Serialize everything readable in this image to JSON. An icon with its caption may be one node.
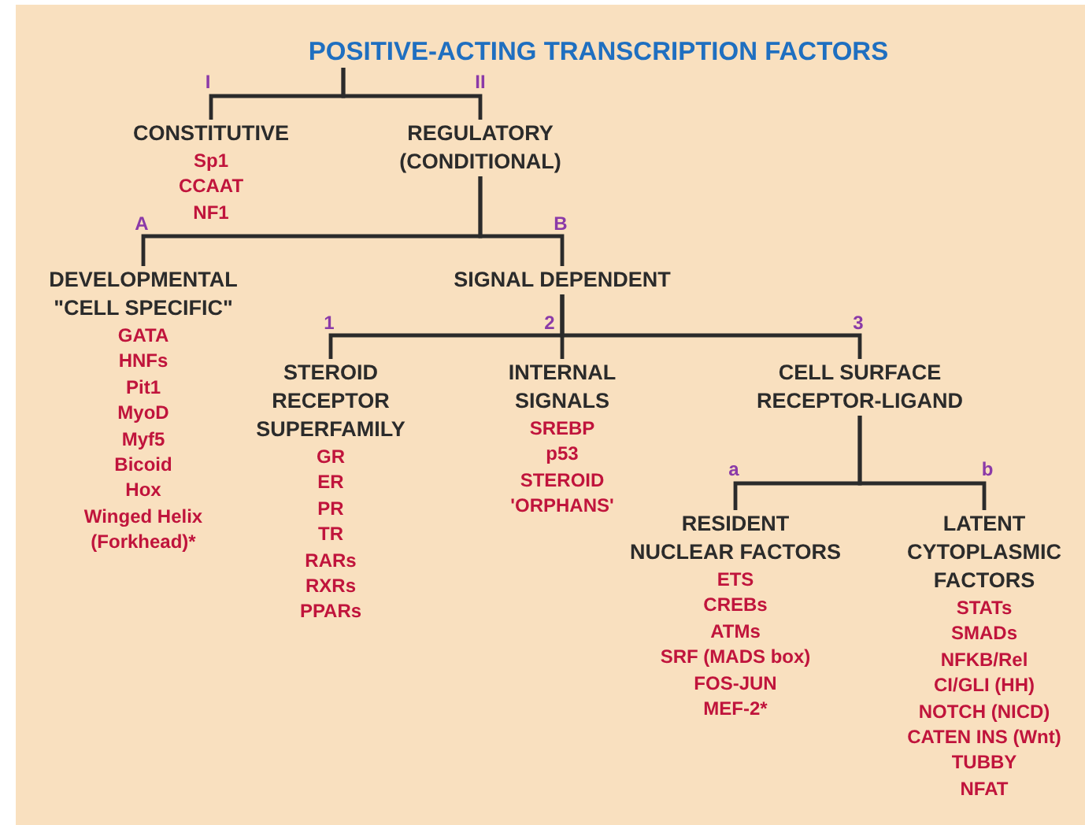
{
  "diagram": {
    "nodes": [
      {
        "text": [
          "POSITIVE-ACTING TRANSCRIPTION FACTORS"
        ]
      },
      {
        "text": [
          "CONSTITUTIVE",
          "Sp1",
          "CCAAT",
          "NF1"
        ]
      },
      {
        "text": [
          "REGULATORY (CONDITIONAL)"
        ]
      },
      {
        "text": [
          "DEVELOPMENTAL \"CELL SPECIFIC\"",
          "GATA",
          "HNFs",
          "Pit1",
          "MyoD",
          "Myf5",
          "Bicoid",
          "Hox",
          "Winged Helix (Forkhead)*"
        ]
      },
      {
        "text": [
          "SIGNAL DEPENDENT"
        ]
      },
      {
        "text": [
          "STEROID RECEPTOR SUPERFAMILY",
          "GR",
          "ER",
          "PR",
          "TR",
          "RARs",
          "RXRs",
          "PPARs"
        ]
      },
      {
        "text": [
          "INTERNAL SIGNALS",
          "SREBP",
          "p53",
          "STEROID 'ORPHANS'"
        ]
      },
      {
        "text": [
          "CELL SURFACE RECEPTOR-LIGAND"
        ]
      },
      {
        "text": [
          "RESIDENT NUCLEAR FACTORS",
          "ETS",
          "CREBs",
          "ATMs",
          "SRF (MADS box)",
          "FOS-JUN",
          "MEF-2*"
        ]
      },
      {
        "text": [
          "LATENT CYTOPLASMIC FACTORS",
          "STATs",
          "SMADs",
          "NFKB/Rel",
          "CI/GLI (HH)",
          "NOTCH (NICD)",
          "CATEN INS (Wnt)",
          "TUBBY",
          "NFAT"
        ]
      }
    ],
    "labels": [
      "I",
      "II",
      "A",
      "B",
      "1",
      "2",
      "3",
      "a",
      "b"
    ],
    "edges": [
      {
        "from": 0,
        "to": 1,
        "arrow": "none"
      },
      {
        "from": 0,
        "to": 2,
        "arrow": "none"
      },
      {
        "from": 2,
        "to": 3,
        "arrow": "none"
      },
      {
        "from": 2,
        "to": 4,
        "arrow": "none"
      },
      {
        "from": 4,
        "to": 5,
        "arrow": "none"
      },
      {
        "from": 4,
        "to": 6,
        "arrow": "none"
      },
      {
        "from": 4,
        "to": 7,
        "arrow": "none"
      },
      {
        "from": 7,
        "to": 8,
        "arrow": "none"
      },
      {
        "from": 7,
        "to": 9,
        "arrow": "none"
      }
    ]
  }
}
